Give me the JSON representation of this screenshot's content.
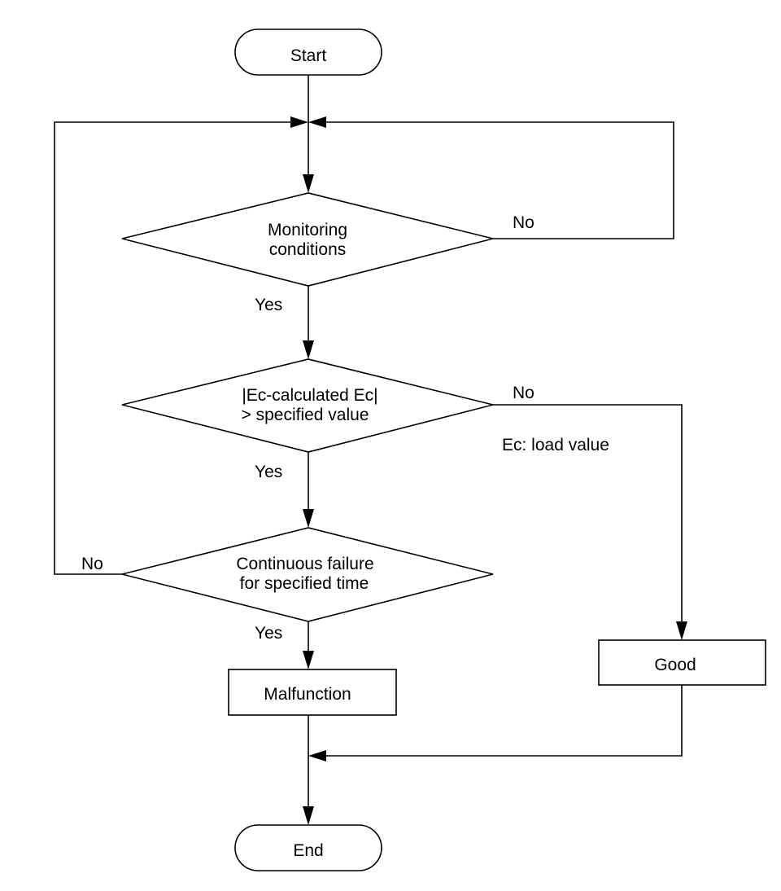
{
  "nodes": {
    "start": "Start",
    "monitoring_line1": "Monitoring",
    "monitoring_line2": "conditions",
    "ec_line1": "|Ec-calculated Ec|",
    "ec_line2": "> specified value",
    "continuous_line1": "Continuous failure",
    "continuous_line2": "for specified time",
    "malfunction": "Malfunction",
    "good": "Good",
    "end": "End"
  },
  "labels": {
    "monitoring_no": "No",
    "monitoring_yes": "Yes",
    "ec_no": "No",
    "ec_yes": "Yes",
    "continuous_no": "No",
    "continuous_yes": "Yes"
  },
  "note": "Ec: load value"
}
